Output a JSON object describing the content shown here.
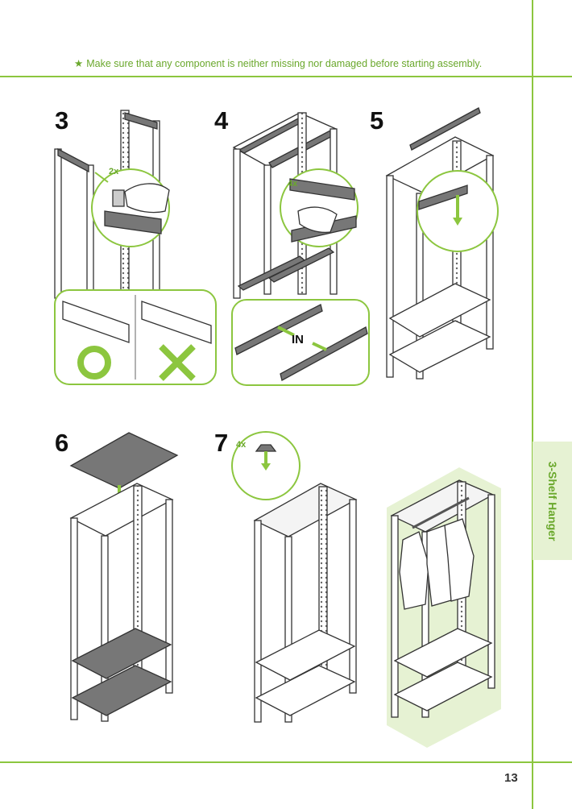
{
  "notice": {
    "star": "★",
    "text": "Make sure that any component is neither missing nor damaged before starting assembly."
  },
  "steps": [
    {
      "number": "3",
      "multiplier": "2x"
    },
    {
      "number": "4",
      "multiplier": "4x",
      "detail_label": "IN"
    },
    {
      "number": "5"
    },
    {
      "number": "6"
    },
    {
      "number": "7",
      "multiplier": "4x"
    }
  ],
  "side_tab": {
    "label": "3-Shelf Hanger"
  },
  "page_number": "13",
  "colors": {
    "accent": "#8cc63f",
    "accent_text": "#6aa82c",
    "tab_bg": "#e6f2d3"
  }
}
